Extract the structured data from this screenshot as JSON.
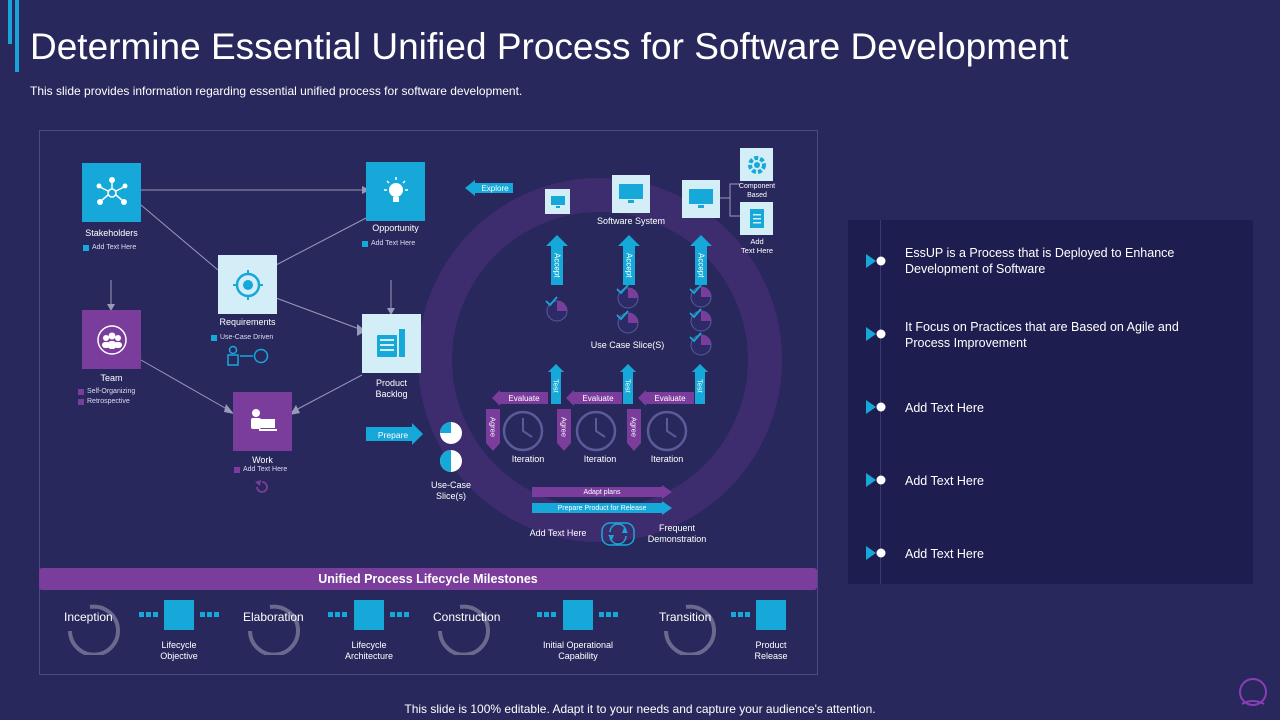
{
  "slide": {
    "title": "Determine Essential Unified Process for Software Development",
    "subtitle": "This slide provides information regarding essential unified process for software development.",
    "footer": "This slide is 100% editable. Adapt it to your needs and capture your audience's attention."
  },
  "diagram": {
    "stakeholders": {
      "label": "Stakeholders",
      "sub": "Add Text Here"
    },
    "opportunity": {
      "label": "Opportunity",
      "sub": "Add Text Here"
    },
    "requirements": {
      "label": "Requirements",
      "sub": "Use-Case Driven"
    },
    "team": {
      "label": "Team",
      "sub1": "Self-Organizing",
      "sub2": "Retrospective"
    },
    "work": {
      "label": "Work",
      "sub": "Add Text Here"
    },
    "backlog": {
      "label1": "Product",
      "label2": "Backlog"
    },
    "prepare": "Prepare",
    "use_case_slices": {
      "line1": "Use-Case",
      "line2": "Slice(s)"
    },
    "explore": "Explore",
    "software_system": "Software System",
    "component_based": {
      "line1": "Component",
      "line2": "Based"
    },
    "add_text": {
      "line1": "Add",
      "line2": "Text Here"
    },
    "accept": "Accept",
    "test": "Test",
    "evaluate": "Evaluate",
    "agree": "Agree",
    "iteration": "Iteration",
    "use_case_slice_s": "Use Case Slice(S)",
    "adapt_plans": "Adapt plans",
    "prepare_release": "Prepare Product for Release",
    "bottom_add_text": "Add Text Here",
    "frequent_demo": {
      "line1": "Frequent",
      "line2": "Demonstration"
    }
  },
  "milestones": {
    "header": "Unified Process Lifecycle Milestones",
    "phases": [
      "Inception",
      "Elaboration",
      "Construction",
      "Transition"
    ],
    "captions": [
      {
        "line1": "Lifecycle",
        "line2": "Objective"
      },
      {
        "line1": "Lifecycle",
        "line2": "Architecture"
      },
      {
        "line1": "Initial Operational",
        "line2": "Capability"
      },
      {
        "line1": "Product",
        "line2": "Release"
      }
    ]
  },
  "right_panel": {
    "items": [
      {
        "line1": "EssUP is a Process that is Deployed to Enhance",
        "line2": "Development  of Software"
      },
      {
        "line1": "It Focus on Practices that are Based on Agile and",
        "line2": "Process Improvement"
      },
      {
        "line1": "Add Text Here",
        "line2": ""
      },
      {
        "line1": "Add Text Here",
        "line2": ""
      },
      {
        "line1": "Add Text Here",
        "line2": ""
      }
    ]
  },
  "colors": {
    "background": "#29285c",
    "cyan": "#16a8d8",
    "purple": "#7b3d9c",
    "panel_dark": "#1e1d4f"
  }
}
